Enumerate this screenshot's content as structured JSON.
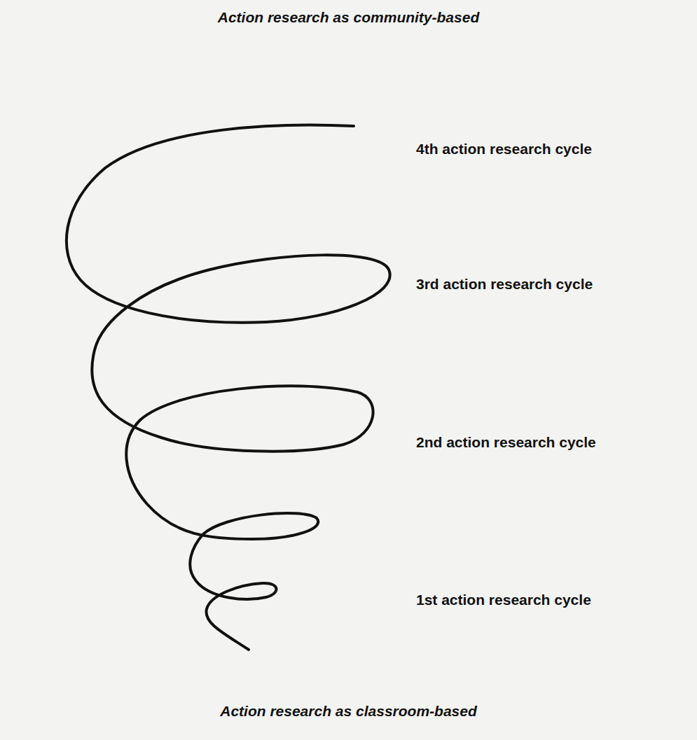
{
  "diagram": {
    "labels": [
      "Action research as community-based",
      "4th action research cycle",
      "3rd action research cycle",
      "2nd action research cycle",
      "1st action research cycle",
      "Action research as classroom-based"
    ]
  }
}
